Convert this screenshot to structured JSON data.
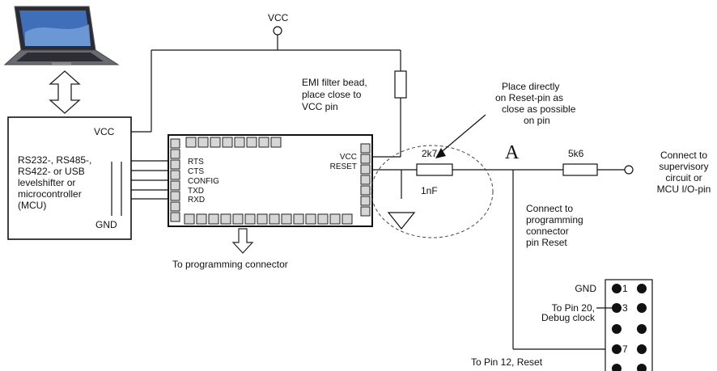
{
  "labels": {
    "vcc_supply": "VCC",
    "emi_note": [
      "EMI filter bead,",
      "place close to",
      "VCC pin"
    ],
    "reset_note": [
      "Place directly",
      "on Reset-pin as",
      "close as possible",
      "on pin"
    ],
    "host_vcc": "VCC",
    "host_gnd": "GND",
    "host_desc": [
      "RS232-, RS485-,",
      "RS422- or USB",
      "levelshifter or",
      "microcontroller",
      "(MCU)"
    ],
    "module_pins_left": [
      "RTS",
      "CTS",
      "CONFIG",
      "TXD",
      "RXD"
    ],
    "module_pins_right": [
      "VCC",
      "RESET"
    ],
    "to_prog": "To programming  connector",
    "r1": "2k7",
    "c1": "1nF",
    "node_a": "A",
    "r2": "5k6",
    "supervisory": [
      "Connect to",
      "supervisory",
      "circuit or",
      "MCU I/O-pin"
    ],
    "prog_reset": [
      "Connect to",
      "programming",
      "connector",
      "pin Reset"
    ],
    "hdr_gnd": "GND",
    "hdr_clock": [
      "To Pin 20,",
      "Debug clock"
    ],
    "hdr_reset": "To Pin 12, Reset",
    "hdr_pins": [
      "1",
      "3",
      "7"
    ]
  },
  "icons": {
    "laptop": "laptop-icon",
    "arrow_updown": "double-arrow-icon",
    "arrow_down": "down-arrow-icon"
  }
}
